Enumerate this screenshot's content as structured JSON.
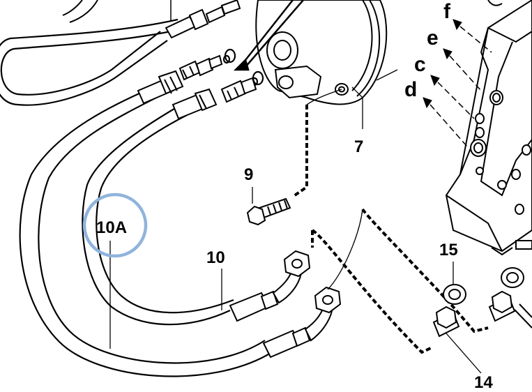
{
  "labels": {
    "f": "f",
    "e": "e",
    "c": "c",
    "d": "d",
    "n7": "7",
    "n9": "9",
    "n10A": "10A",
    "n10": "10",
    "n15": "15",
    "n14": "14"
  },
  "colors": {
    "ink": "#000000",
    "paper": "#ffffff",
    "highlight_circle": "#8fb4dc"
  }
}
